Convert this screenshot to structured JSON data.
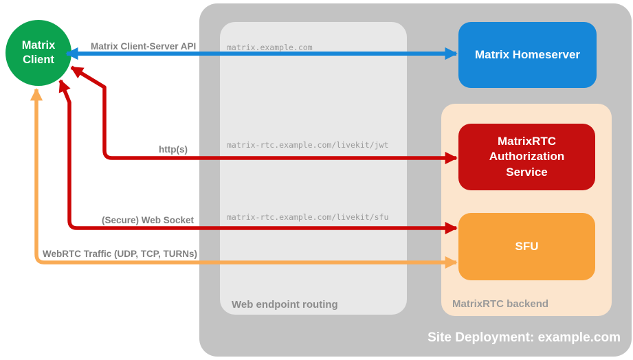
{
  "deployment": {
    "label": "Site Deployment: example.com"
  },
  "client": {
    "label": "Matrix Client"
  },
  "routing": {
    "label": "Web endpoint routing"
  },
  "backend": {
    "label": "MatrixRTC backend"
  },
  "nodes": {
    "homeserver": {
      "label": "Matrix Homeserver"
    },
    "auth_service": {
      "label": "MatrixRTC Authorization Service"
    },
    "sfu": {
      "label": "SFU"
    }
  },
  "connections": [
    {
      "id": "client-homeserver",
      "label": "Matrix Client-Server API",
      "route": "matrix.example.com",
      "color": "#1687d8",
      "arrows": "both"
    },
    {
      "id": "client-auth-service",
      "label": "http(s)",
      "route": "matrix-rtc.example.com/livekit/jwt",
      "color": "#cc0606",
      "arrows": "both"
    },
    {
      "id": "client-sfu-websocket",
      "label": "(Secure) Web Socket",
      "route": "matrix-rtc.example.com/livekit/sfu",
      "color": "#cc0606",
      "arrows": "both"
    },
    {
      "id": "client-sfu-webrtc",
      "label": "WebRTC Traffic (UDP, TCP, TURNs)",
      "color": "#f9ab55",
      "arrows": "both"
    }
  ],
  "colors": {
    "client_green": "#0ca24f",
    "homeserver_blue": "#1687d8",
    "auth_red": "#c50f0f",
    "sfu_orange": "#f8a23a",
    "backend_peach": "#fce5cd",
    "site_gray": "#c3c3c3",
    "routing_gray": "#e8e8e8"
  }
}
